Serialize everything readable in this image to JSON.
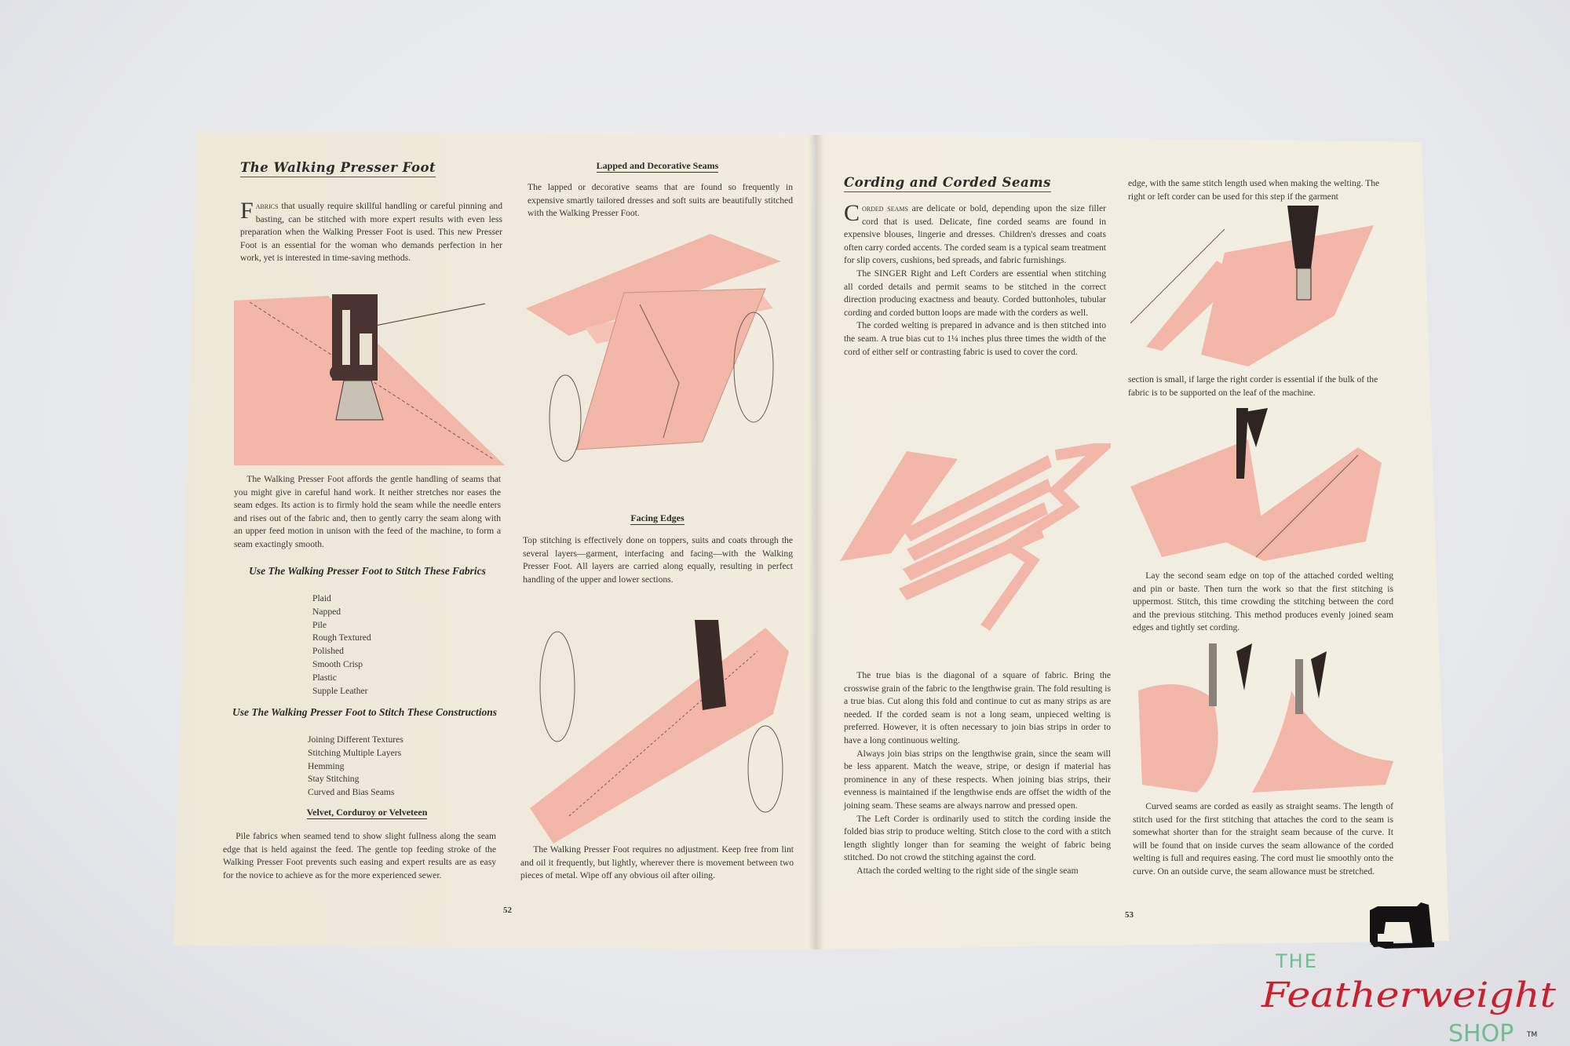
{
  "left_page": {
    "title": "The Walking Presser Foot",
    "intro_drop": "F",
    "intro_smallcaps": "abrics",
    "intro_rest": " that usually require skillful handling or careful pinning and basting, can be stitched with more expert results with even less preparation when the Walking Presser Foot is used. This new Presser Foot is an essential for the woman who demands perfection in her work, yet is interested in time-saving methods.",
    "para2": "The Walking Presser Foot affords the gentle handling of seams that you might give in careful hand work. It neither stretches nor eases the seam edges. Its action is to firmly hold the seam while the needle enters and rises out of the fabric and, then to gently carry the seam along with an upper feed motion in unison with the feed of the machine, to form a seam exactingly smooth.",
    "fabrics_heading": "Use The Walking Presser Foot to Stitch These Fabrics",
    "fabrics": [
      "Plaid",
      "Napped",
      "Pile",
      "Rough Textured",
      "Polished",
      "Smooth Crisp",
      "Plastic",
      "Supple Leather"
    ],
    "constructions_heading": "Use The Walking Presser Foot to Stitch These Constructions",
    "constructions": [
      "Joining Different Textures",
      "Stitching Multiple Layers",
      "Hemming",
      "Stay Stitching",
      "Curved and Bias Seams"
    ],
    "velvet_heading": "Velvet, Corduroy or Velveteen",
    "velvet_text": "Pile fabrics when seamed tend to show slight fullness along the seam edge that is held against the feed. The gentle top feeding stroke of the Walking Presser Foot prevents such easing and expert results are as easy for the novice to achieve as for the more experienced sewer.",
    "lapped_heading": "Lapped and Decorative Seams",
    "lapped_text": "The lapped or decorative seams that are found so frequently in expensive smartly tailored dresses and soft suits are beautifully stitched with the Walking Presser Foot.",
    "facing_heading": "Facing Edges",
    "facing_text": "Top stitching is effectively done on toppers, suits and coats through the several layers—garment, interfacing and facing—with the Walking Presser Foot. All layers are carried along equally, resulting in perfect handling of the upper and lower sections.",
    "adjust_text": "The Walking Presser Foot requires no adjustment. Keep free from lint and oil it frequently, but lightly, wherever there is movement between two pieces of metal. Wipe off any obvious oil after oiling.",
    "page_number": "52"
  },
  "right_page": {
    "title": "Cording and Corded Seams",
    "intro_drop": "C",
    "intro_smallcaps": "orded seams",
    "intro_rest": " are delicate or bold, depending upon the size filler cord that is used. Delicate, fine corded seams are found in expensive blouses, lingerie and dresses. Children's dresses and coats often carry corded accents. The corded seam is a typical seam treatment for slip covers, cushions, bed spreads, and fabric furnishings.",
    "para_singer": "The SINGER Right and Left Corders are essential when stitching all corded details and permit seams to be stitched in the correct direction producing exactness and beauty. Corded buttonholes, tubular cording and corded button loops are made with the corders as well.",
    "para_welting": "The corded welting is prepared in advance and is then stitched into the seam. A true bias cut to 1¼ inches plus three times the width of the cord of either self or contrasting fabric is used to cover the cord.",
    "para_bias": "The true bias is the diagonal of a square of fabric. Bring the crosswise grain of the fabric to the lengthwise grain. The fold resulting is a true bias. Cut along this fold and continue to cut as many strips as are needed. If the corded seam is not a long seam, unpieced welting is preferred. However, it is often necessary to join bias strips in order to have a long continuous welting.",
    "para_join": "Always join bias strips on the lengthwise grain, since the seam will be less apparent. Match the weave, stripe, or design if material has prominence in any of these respects. When joining bias strips, their evenness is maintained if the lengthwise ends are offset the width of the joining seam. These seams are always narrow and pressed open.",
    "para_left_corder": "The Left Corder is ordinarily used to stitch the cording inside the folded bias strip to produce welting. Stitch close to the cord with a stitch length slightly longer than for seaming the weight of fabric being stitched. Do not crowd the stitching against the cord.",
    "para_attach": "Attach the corded welting to the right side of the single seam",
    "col2_top": "edge, with the same stitch length used when making the welting. The right or left corder can be used for this step if the garment",
    "col2_section": "section is small, if large the right corder is essential if the bulk of the fabric is to be supported on the leaf of the machine.",
    "col2_lay": "Lay the second seam edge on top of the attached corded welting and pin or baste. Then turn the work so that the first stitching is uppermost. Stitch, this time crowding the stitching between the cord and the previous stitching. This method produces evenly joined seam edges and tightly set cording.",
    "col2_curved": "Curved seams are corded as easily as straight seams. The length of stitch used for the first stitching that attaches the cord to the seam is somewhat shorter than for the straight seam because of the curve. It will be found that on inside curves the seam allowance of the corded welting is full and requires easing. The cord must lie smoothly onto the curve. On an outside curve, the seam allowance must be stretched.",
    "page_number": "53"
  },
  "logo": {
    "the": "THE",
    "name": "Featherweight",
    "shop": "SHOP",
    "tm": "TM",
    "icon": "sewing-machine-icon",
    "red": "#c8202f",
    "green": "#6dbf8f"
  },
  "colors": {
    "fabric_pink": "#f2b7a8",
    "ink": "#3a3632",
    "paper": "#f1ece0"
  }
}
